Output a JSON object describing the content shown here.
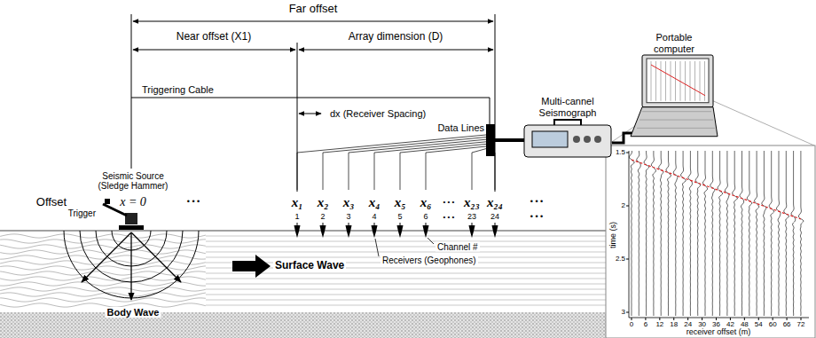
{
  "diagram": {
    "nodes": [
      {
        "text": [
          "Multi-cannel Seismograph"
        ]
      },
      {
        "text": [
          "Portable computer"
        ]
      }
    ],
    "edges": [
      {
        "from": 0,
        "to": 1,
        "arrow": "none"
      }
    ],
    "labels": [
      "Far offset",
      "Near offset (X1)",
      "Array dimension (D)",
      "Triggering Cable",
      "dx (Receiver Spacing)",
      "Data Lines",
      "Offset",
      "x = 0",
      "• • •",
      "x₁",
      "x₂",
      "x₃",
      "x₄",
      "x₅",
      "x₆",
      "• • •",
      "x₂₃",
      "x₂₄",
      "• • •",
      "Seismic Source (Sledge Hammer)",
      "Trigger",
      "1",
      "2",
      "3",
      "4",
      "5",
      "6",
      "• • •",
      "23",
      "24",
      "• • •",
      "Channel #",
      "Receivers (Geophones)",
      "Surface Wave",
      "Body Wave",
      "time (s)",
      "1.5",
      "2",
      "2.5",
      "3",
      "0",
      "6",
      "12",
      "18",
      "24",
      "30",
      "36",
      "42",
      "48",
      "54",
      "60",
      "66",
      "72",
      "receiver offset (m)"
    ]
  }
}
